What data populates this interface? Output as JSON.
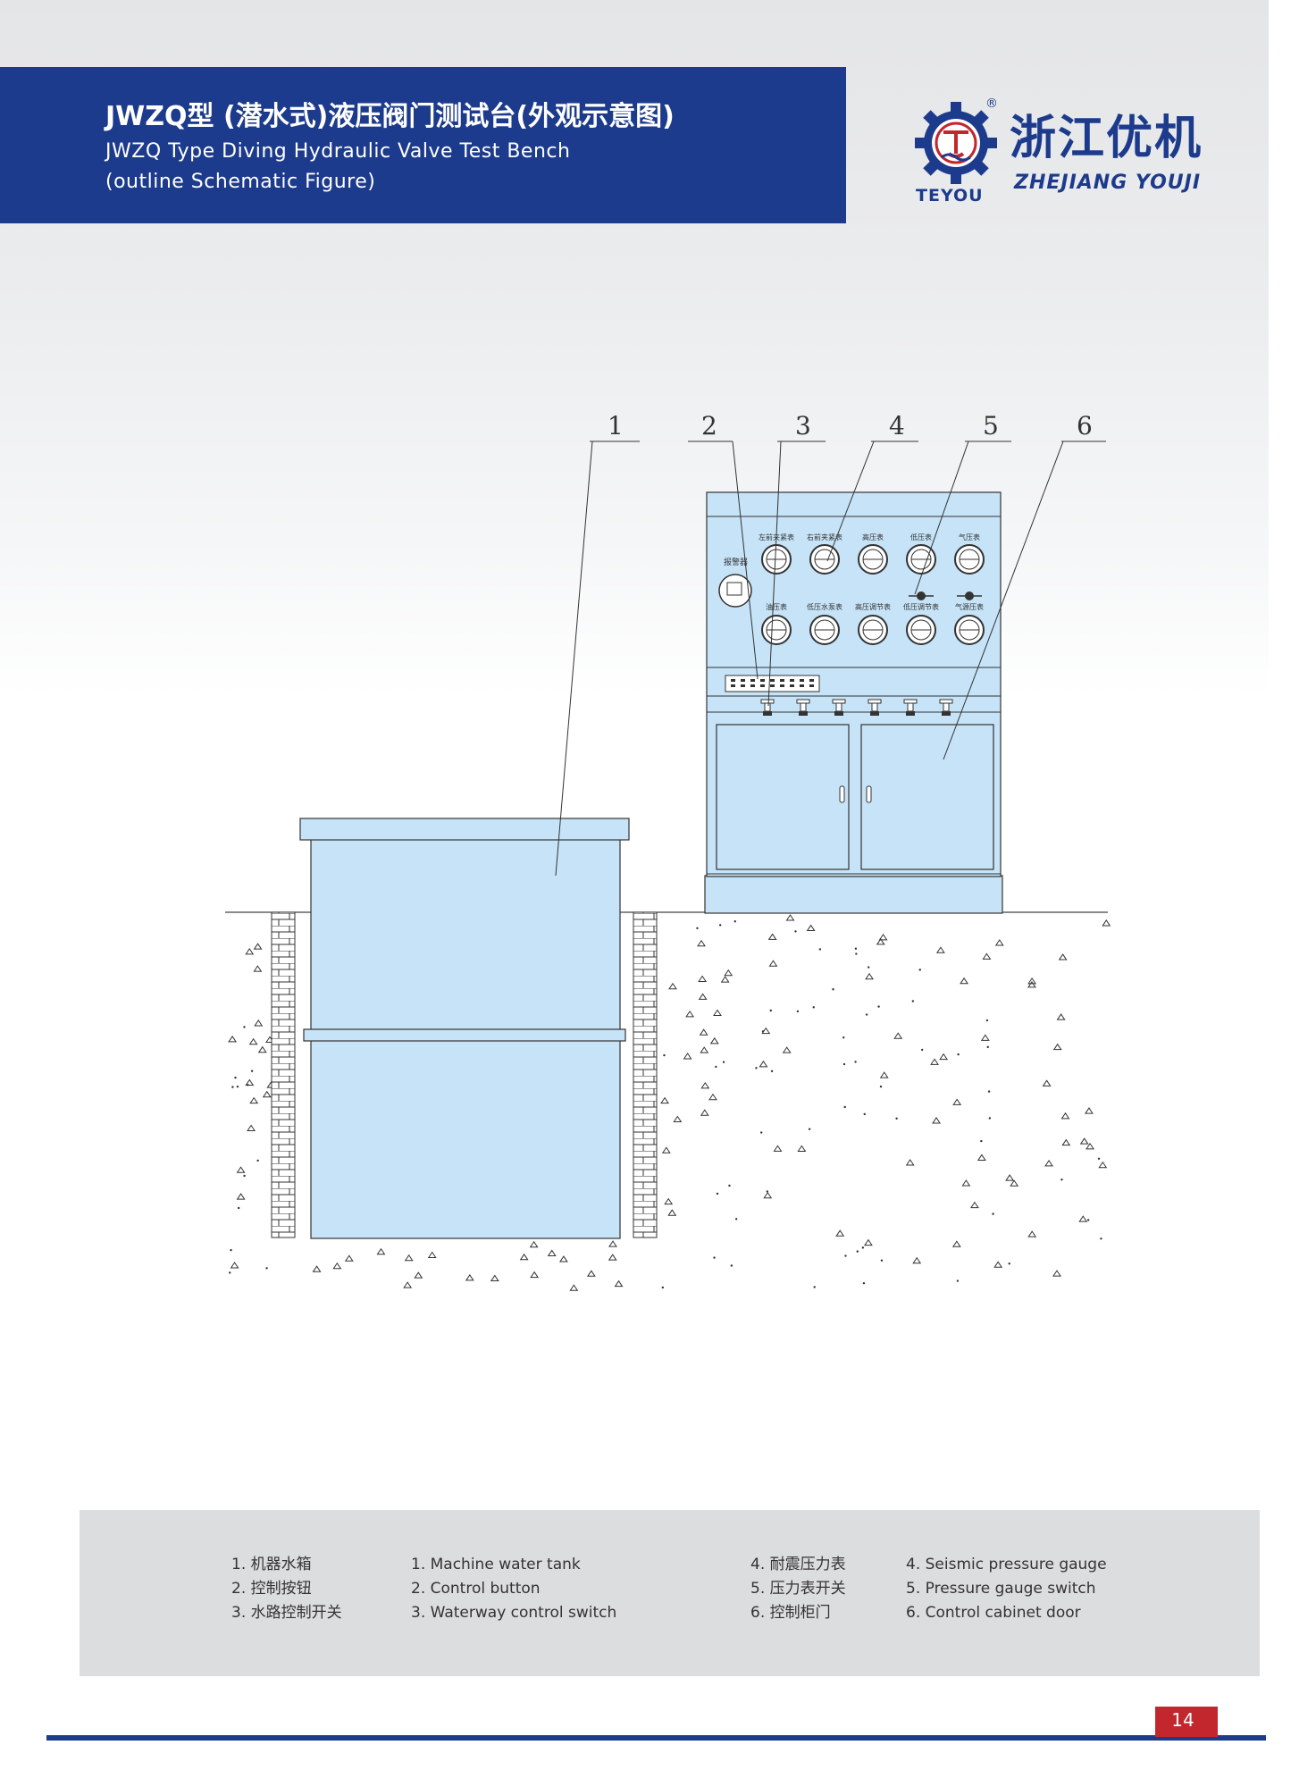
{
  "header": {
    "title_cn": "JWZQ型 (潜水式)液压阀门测试台(外观示意图)",
    "title_en_line1": "JWZQ Type Diving Hydraulic Valve Test Bench",
    "title_en_line2": "(outline Schematic Figure)"
  },
  "logo": {
    "brand_cn": "浙江优机",
    "brand_en": "ZHEJIANG YOUJI",
    "brand_sub": "TEYOU",
    "reg_mark": "®"
  },
  "diagram": {
    "callouts": [
      "1",
      "2",
      "3",
      "4",
      "5",
      "6"
    ],
    "panel_labels": {
      "alarm": "报警器",
      "row1": [
        "左前夹紧表",
        "右前夹紧表",
        "高压表",
        "低压表",
        "气压表"
      ],
      "row2": [
        "油压表",
        "低压水泵表",
        "高压调节表",
        "低压调节表",
        "气源压表"
      ]
    }
  },
  "legend": {
    "col1": [
      "1. 机器水箱",
      "2. 控制按钮",
      "3. 水路控制开关"
    ],
    "col2": [
      "1. Machine water tank",
      "2. Control button",
      "3. Waterway control switch"
    ],
    "col3": [
      "4. 耐震压力表",
      "5. 压力表开关",
      "6. 控制柜门"
    ],
    "col4": [
      "4. Seismic pressure gauge",
      "5. Pressure gauge switch",
      "6. Control cabinet door"
    ]
  },
  "page_number": "14"
}
